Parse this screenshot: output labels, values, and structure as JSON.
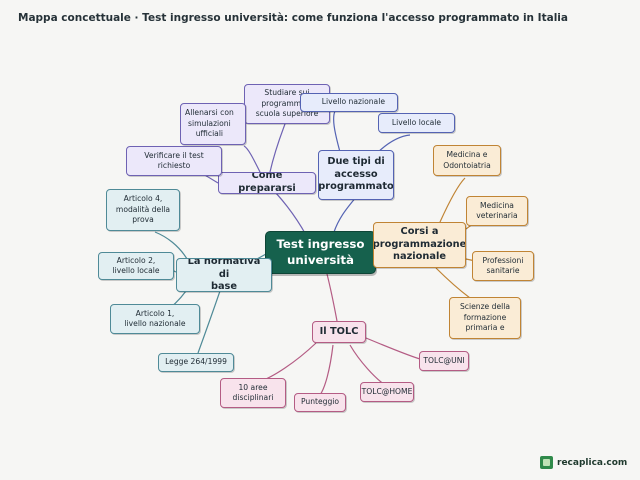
{
  "title": "Mappa concettuale · Test ingresso università: come funziona l'accesso programmato in Italia",
  "central": {
    "lines": [
      "Test ingresso",
      "università"
    ]
  },
  "branches": {
    "prepararsi": {
      "label": "Come prepararsi",
      "children": [
        [
          "Studiare sui",
          "programmi di",
          "scuola superiore"
        ],
        [
          "Allenarsi con",
          "simulazioni",
          "ufficiali"
        ],
        [
          "Verificare il test",
          "richiesto"
        ]
      ]
    },
    "due_tipi": {
      "label": [
        "Due tipi di",
        "accesso",
        "programmato"
      ],
      "children": [
        [
          "Livello nazionale"
        ],
        [
          "Livello locale"
        ]
      ]
    },
    "corsi": {
      "label": [
        "Corsi a",
        "programmazione",
        "nazionale"
      ],
      "children": [
        [
          "Medicina e",
          "Odontoiatria"
        ],
        [
          "Medicina",
          "veterinaria"
        ],
        [
          "Professioni",
          "sanitarie"
        ],
        [
          "Scienze della",
          "formazione",
          "primaria e"
        ]
      ]
    },
    "normativa": {
      "label": [
        "La normativa di",
        "base"
      ],
      "children": [
        [
          "Articolo 4,",
          "modalità della",
          "prova"
        ],
        [
          "Articolo 2,",
          "livello locale"
        ],
        [
          "Articolo 1,",
          "livello nazionale"
        ],
        [
          "Legge 264/1999"
        ]
      ]
    },
    "tolc": {
      "label": "Il TOLC",
      "children": [
        [
          "TOLC@UNI"
        ],
        [
          "TOLC@HOME"
        ],
        [
          "Punteggio"
        ],
        [
          "10 aree",
          "disciplinari"
        ]
      ]
    }
  },
  "logo": {
    "text": "recaplica.com"
  },
  "colors": {
    "central": "#16614d",
    "prepararsi": "#6e62b3",
    "due_tipi": "#5463b3",
    "corsi": "#c08434",
    "normativa": "#4f8a97",
    "tolc": "#b45c84",
    "background": "#f6f6f4"
  }
}
